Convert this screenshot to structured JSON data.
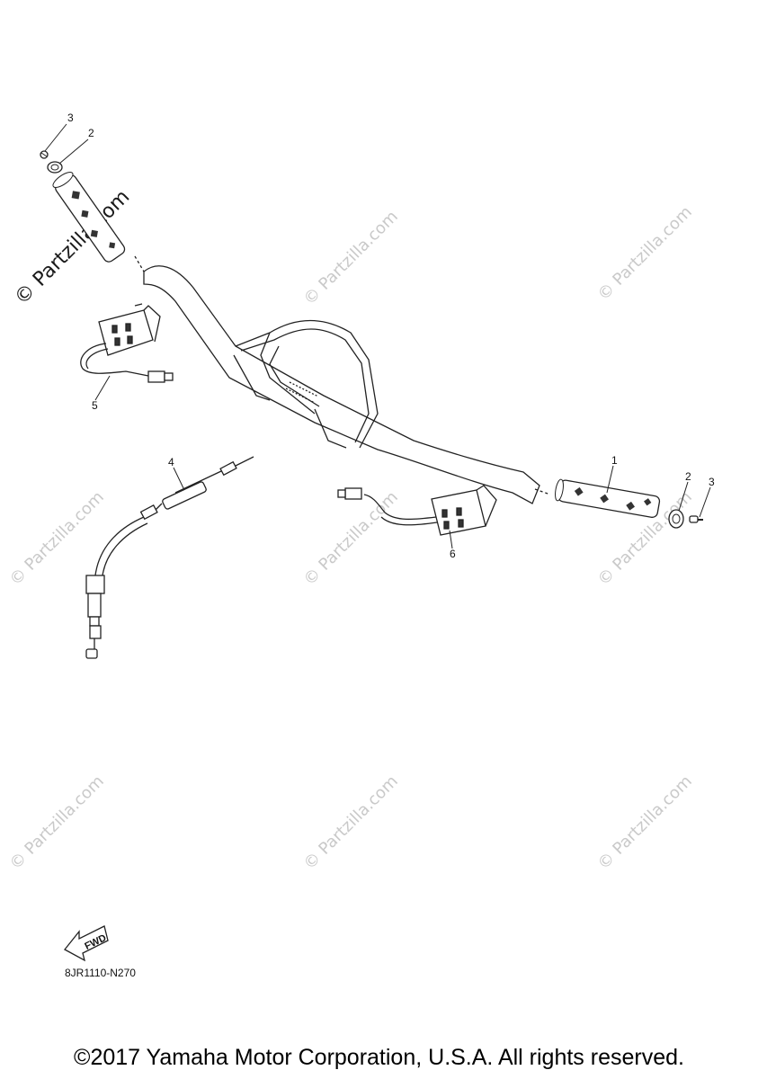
{
  "watermark": "© Partzilla.com",
  "callouts": {
    "c1": "1",
    "c2a": "2",
    "c2b": "2",
    "c3a": "3",
    "c3b": "3",
    "c4": "4",
    "c5": "5",
    "c6": "6"
  },
  "fwd_label": "FWD",
  "drawing_code": "8JR1110-N270",
  "copyright": "©2017 Yamaha Motor Corporation, U.S.A. All rights reserved."
}
